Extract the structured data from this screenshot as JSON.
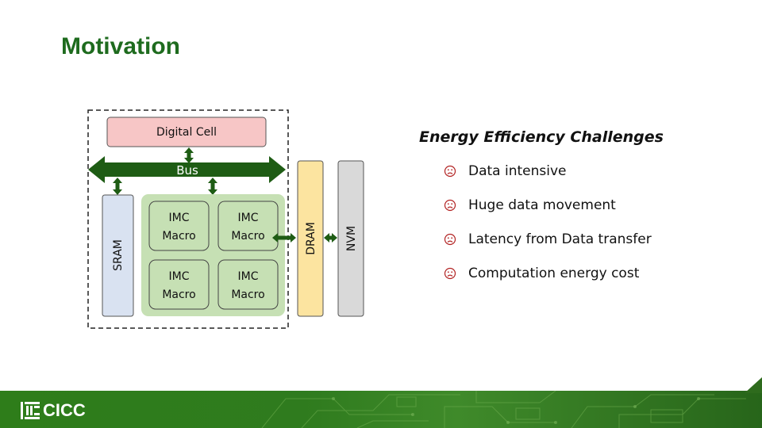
{
  "slide": {
    "title": "Motivation"
  },
  "diagram": {
    "digital_cell": "Digital Cell",
    "bus": "Bus",
    "sram": "SRAM",
    "dram": "DRAM",
    "nvm": "NVM",
    "imc_macros": [
      {
        "line1": "IMC",
        "line2": "Macro"
      },
      {
        "line1": "IMC",
        "line2": "Macro"
      },
      {
        "line1": "IMC",
        "line2": "Macro"
      },
      {
        "line1": "IMC",
        "line2": "Macro"
      }
    ],
    "colors": {
      "digital_cell_fill": "#f7c6c6",
      "sram_fill": "#d9e2f1",
      "dram_fill": "#fce4a0",
      "nvm_fill": "#d9d9d9",
      "imc_group_fill": "#c6e0b4",
      "arrow": "#1e5c14"
    }
  },
  "challenges": {
    "heading": "Energy Efficiency Challenges",
    "icon": "frown-face-icon",
    "items": [
      "Data intensive",
      "Huge data movement",
      "Latency from Data transfer",
      "Computation energy cost"
    ]
  },
  "footer": {
    "logo_text": "CICC",
    "logo_icon": "cicc-logo-icon"
  }
}
